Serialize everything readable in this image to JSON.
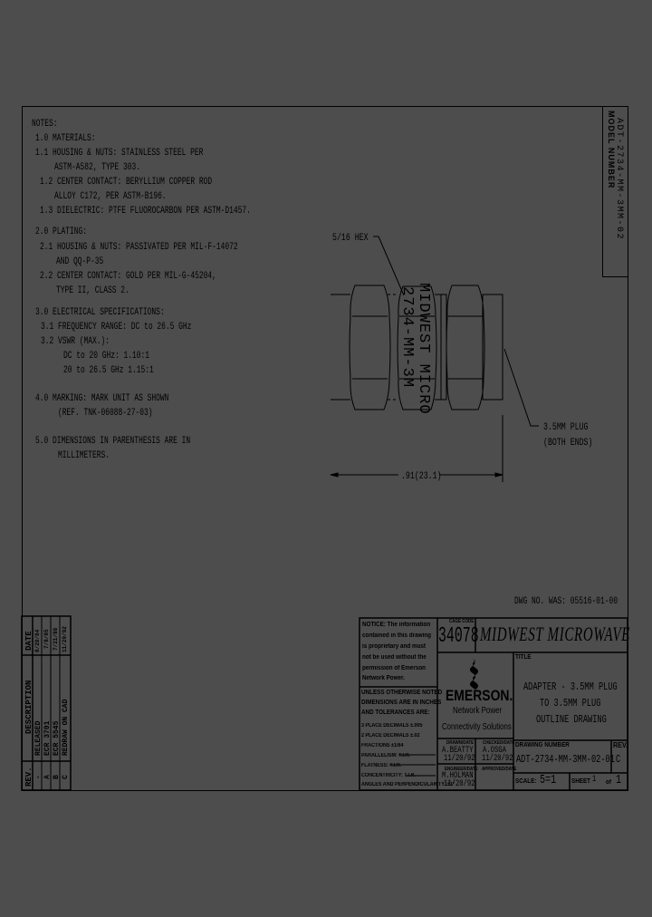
{
  "notes": {
    "heading": "NOTES:",
    "lines": [
      "1.0 MATERIALS:",
      "1.1 HOUSING & NUTS: STAINLESS STEEL PER",
      "ASTM-A582, TYPE 303.",
      "1.2 CENTER CONTACT: BERYLLIUM COPPER ROD",
      "ALLOY C172, PER ASTM-B196.",
      "1.3 DIELECTRIC: PTFE FLUOROCARBON PER ASTM-D1457.",
      "2.0 PLATING:",
      "2.1 HOUSING & NUTS: PASSIVATED PER MIL-F-14072",
      "AND QQ-P-35",
      "2.2 CENTER CONTACT: GOLD PER MIL-G-45204,",
      "TYPE II, CLASS 2.",
      "3.0 ELECTRICAL SPECIFICATIONS:",
      "3.1 FREQUENCY RANGE: DC to 26.5 GHz",
      "3.2 VSWR (MAX.):",
      "DC to 20 GHz: 1.10:1",
      "20 to 26.5 GHz 1.15:1",
      "4.0 MARKING: MARK UNIT AS SHOWN",
      "(REF. TNK-06088-27-03)",
      "5.0 DIMENSIONS IN PARENTHESIS ARE IN",
      "MILLIMETERS."
    ]
  },
  "model_box": {
    "label": "MODEL NUMBER",
    "value": "ADT-2734-MM-3MM-02"
  },
  "drawing": {
    "hex_label": "5/16 HEX",
    "marking_line1": "MIDWEST MICRO",
    "marking_line2": "2734-MM-3M",
    "plug_label_1": "3.5MM PLUG",
    "plug_label_2": "(BOTH ENDS)",
    "length_dim": ".91(23.1)"
  },
  "dwg_was": "DWG NO. WAS: 05516-01-00",
  "revisions": {
    "headers": [
      "REV.",
      "DESCRIPTION",
      "DATE"
    ],
    "rows": [
      {
        "rev": "-",
        "description": "RELEASED",
        "date": "8/29/84"
      },
      {
        "rev": "A",
        "description": "ECR 3701",
        "date": "7/8/85"
      },
      {
        "rev": "B",
        "description": "ECR 5545",
        "date": "7/21/88"
      },
      {
        "rev": "C",
        "description": "REDRAW ON CAD",
        "date": "11/20/92"
      }
    ]
  },
  "title_block": {
    "notice": [
      "NOTICE: The information",
      "contained in this drawing",
      "is proprietary and must",
      "not be used without the",
      "permission of Emerson",
      "Network Power."
    ],
    "cage_label": "CAGE CODE",
    "cage_code": "34078",
    "company": "MIDWEST MICROWAVE",
    "logo_name": "EMERSON.",
    "logo_sub1": "Network Power",
    "logo_sub2": "Connectivity Solutions",
    "title_label": "TITLE",
    "title_lines": [
      "ADAPTER - 3.5MM PLUG",
      "TO 3.5MM PLUG",
      "OUTLINE DRAWING"
    ],
    "tolerances": [
      "UNLESS OTHERWISE NOTED",
      "DIMENSIONS ARE IN INCHES",
      "AND TOLERANCES ARE:",
      "3 PLACE DECIMALS ±.005",
      "2 PLACE DECIMALS ±.02",
      "FRACTIONS ±1/64",
      "PARALLELISM: T.I.R.",
      "FLATNESS: T.I.R.",
      "CONCENTRICITY: T.I.R.",
      "ANGLES AND PERPENDICULARITY: ±1°"
    ],
    "drawn_label": "DRAWN/DATE",
    "drawn_by": "A.BEATTY",
    "drawn_date": "11/20/92",
    "checked_label": "CHECKED/DATE",
    "checked_by": "A.OSGA",
    "checked_date": "11/20/92",
    "engineer_label": "ENGINEER/DATE",
    "engineer_by": "M.HOLMAN",
    "engineer_date": "11/20/92",
    "approved_label": "APPROVED/DATE",
    "drawing_number_label": "DRAWING NUMBER",
    "drawing_number": "ADT-2734-MM-3MM-02-01",
    "rev_label": "REV.",
    "rev": "C",
    "scale_label": "SCALE:",
    "scale": "5=1",
    "sheet_label": "SHEET",
    "sheet": "1",
    "of_label": "of",
    "sheet_total": "1"
  }
}
